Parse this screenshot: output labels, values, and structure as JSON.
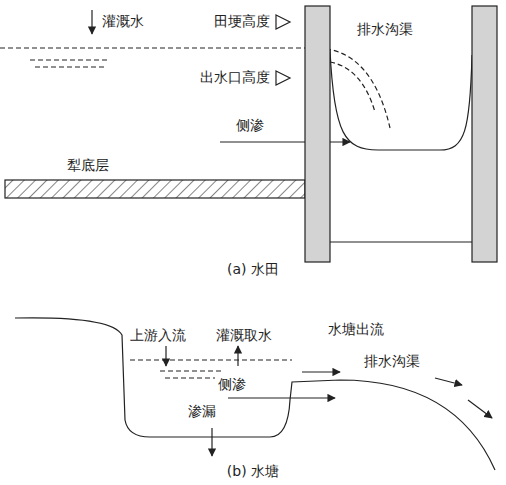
{
  "diagram": {
    "labels": [
      "灌溉水",
      "田埂高度",
      "排水沟渠",
      "出水口高度",
      "侧渗",
      "犁底层",
      "(a) 水田",
      "上游入流",
      "灌溉取水",
      "水塘出流",
      "侧渗",
      "排水沟渠",
      "渗漏",
      "(b) 水塘"
    ]
  }
}
